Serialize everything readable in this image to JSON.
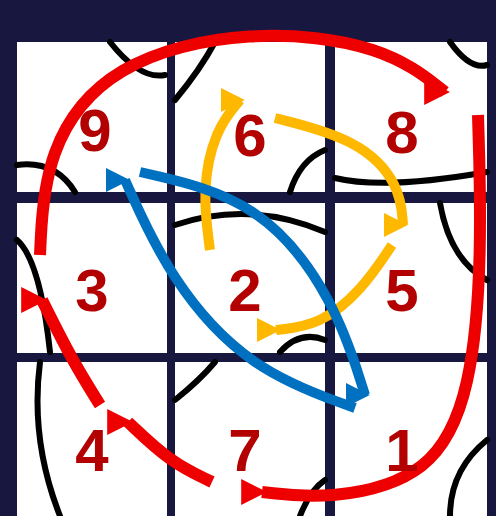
{
  "diagram": {
    "nodes": [
      {
        "text": [
          "9"
        ]
      },
      {
        "text": [
          "6"
        ]
      },
      {
        "text": [
          "8"
        ]
      },
      {
        "text": [
          "3"
        ]
      },
      {
        "text": [
          "2"
        ]
      },
      {
        "text": [
          "5"
        ]
      },
      {
        "text": [
          "4"
        ]
      },
      {
        "text": [
          "7"
        ]
      },
      {
        "text": [
          "1"
        ]
      }
    ],
    "edges": [
      {
        "from": 3,
        "to": 2,
        "arrow": "to"
      },
      {
        "from": 2,
        "to": 7,
        "arrow": "to"
      },
      {
        "from": 7,
        "to": 6,
        "arrow": "to"
      },
      {
        "from": 6,
        "to": 3,
        "arrow": "to"
      },
      {
        "from": 1,
        "to": 5,
        "arrow": "to"
      },
      {
        "from": 5,
        "to": 4,
        "arrow": "to"
      },
      {
        "from": 4,
        "to": 1,
        "arrow": "to"
      },
      {
        "from": 0,
        "to": 8,
        "arrow": "to"
      },
      {
        "from": 8,
        "to": 0,
        "arrow": "to"
      }
    ]
  }
}
